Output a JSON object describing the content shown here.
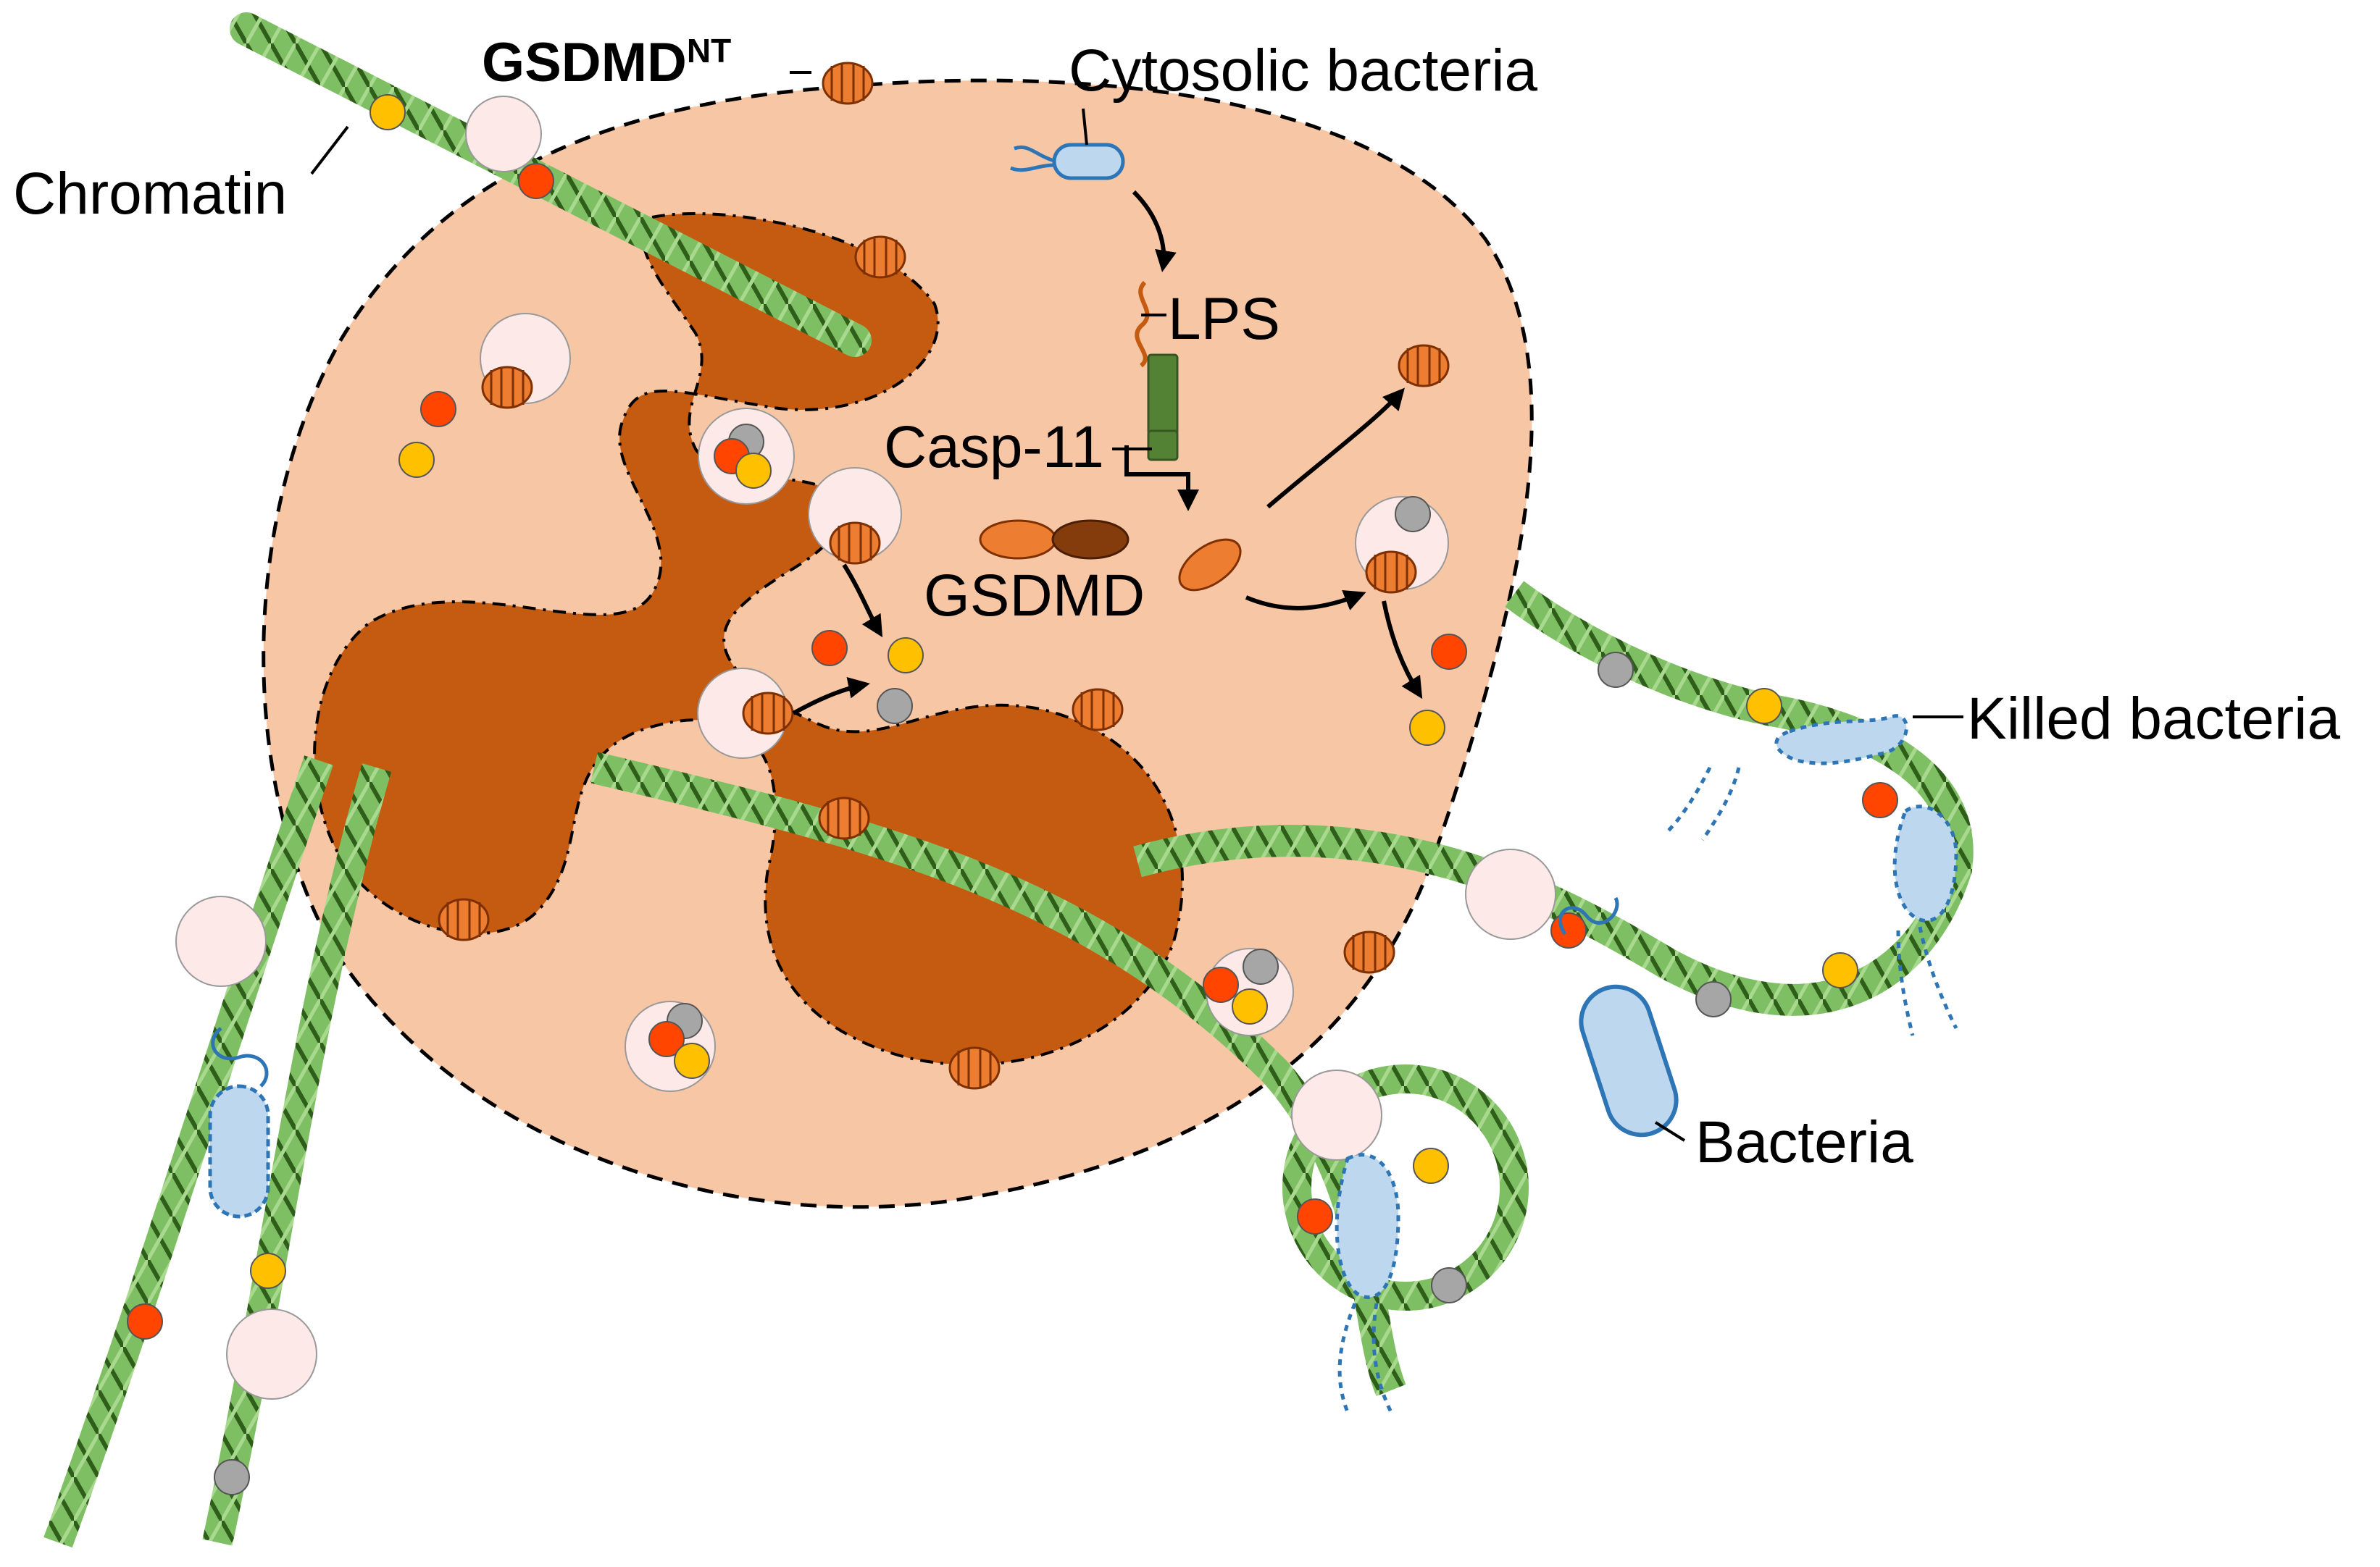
{
  "labels": {
    "gsdmd_nt_main": "GSDMD",
    "gsdmd_nt_sup": "NT",
    "cytosolic_bacteria": "Cytosolic bacteria",
    "chromatin": "Chromatin",
    "lps": "LPS",
    "casp11": "Casp-11",
    "gsdmd": "GSDMD",
    "killed_bacteria": "Killed bacteria",
    "bacteria": "Bacteria"
  },
  "colors": {
    "cell": "#f7c6a5",
    "nucleus": "#c55a11",
    "pore": "#ed7d31",
    "dna": "#70ad47",
    "dna_dark": "#2e5e1a",
    "granule": "#fde9e8",
    "red_dot": "#ff4500",
    "yellow_dot": "#ffc000",
    "grey_dot": "#a6a6a6",
    "bacteria_fill": "#bdd7ee",
    "bacteria_stroke": "#2e75b6",
    "casp11": "#548235",
    "gsdmd_dark": "#843c0c"
  }
}
